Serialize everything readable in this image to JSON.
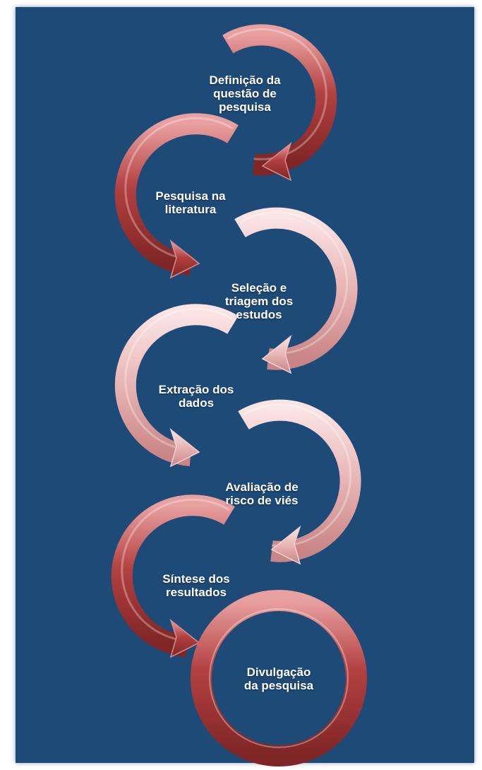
{
  "colors": {
    "background": "#1e4a78",
    "arrow_dark": "#b34040",
    "arrow_light": "#e8b4b4",
    "label_text": "#ffffff"
  },
  "steps": [
    {
      "label": "Definição da\nquestão de\npesquisa",
      "tone": "dark"
    },
    {
      "label": "Pesquisa na\nliteratura",
      "tone": "dark"
    },
    {
      "label": "Seleção e\ntriagem dos\nestudos",
      "tone": "light"
    },
    {
      "label": "Extração dos\ndados",
      "tone": "light"
    },
    {
      "label": "Avaliação de\nrisco de viés",
      "tone": "light"
    },
    {
      "label": "Síntese dos\nresultados",
      "tone": "dark"
    },
    {
      "label": "Divulgação\nda pesquisa",
      "tone": "dark"
    }
  ]
}
